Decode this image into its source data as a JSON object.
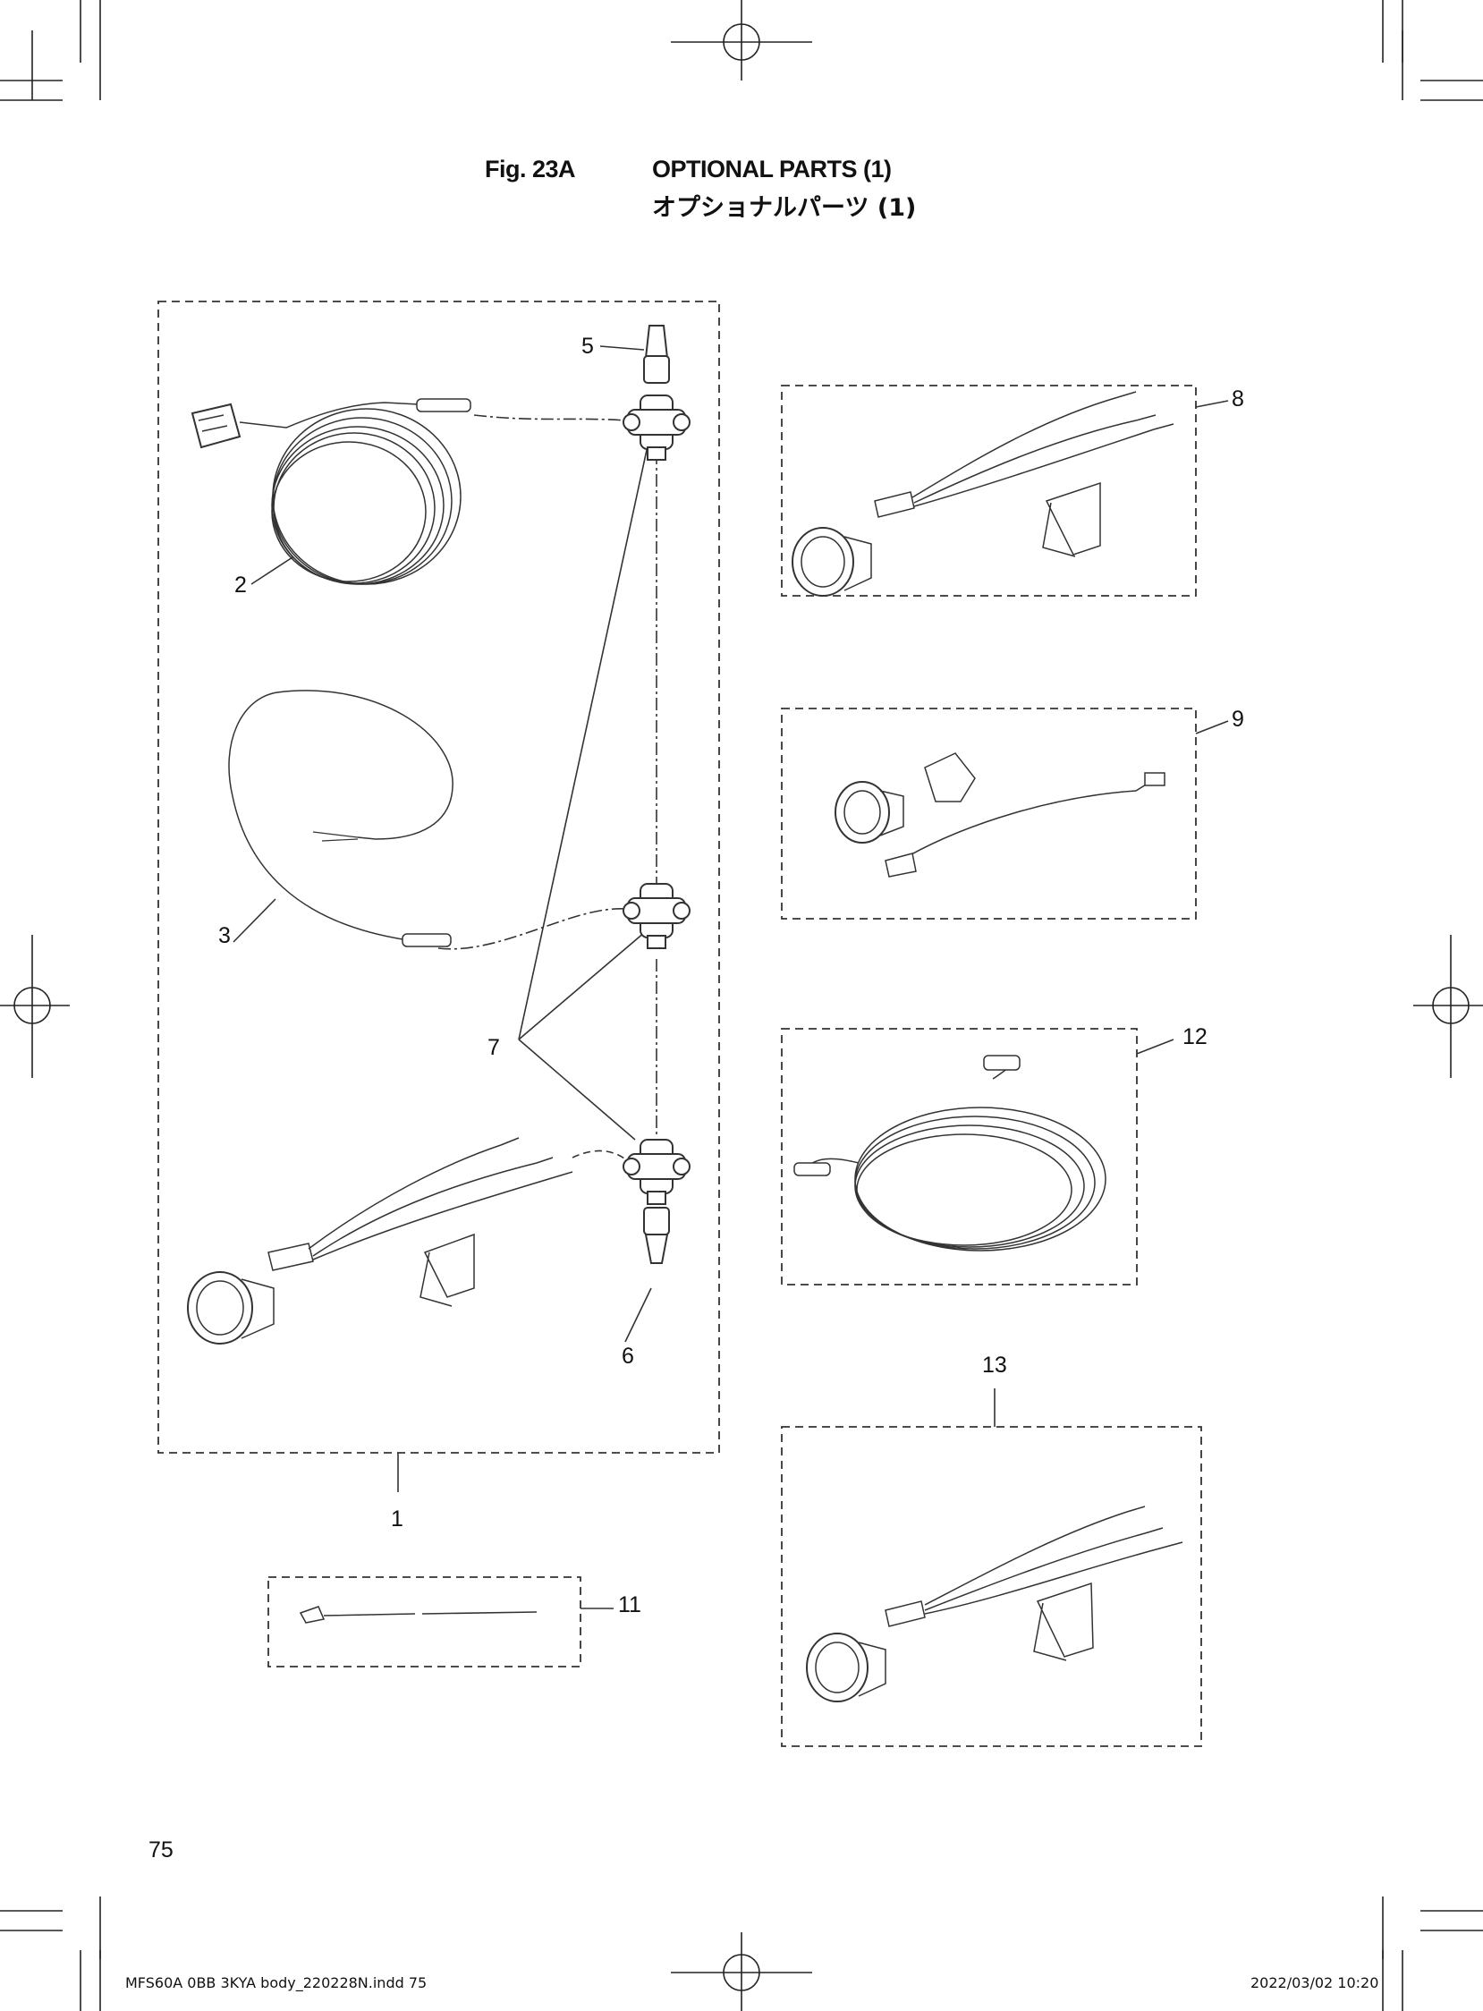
{
  "header": {
    "figure_number": "Fig. 23A",
    "title_en": "OPTIONAL PARTS (1)",
    "title_jp": "オプショナルパーツ (1)"
  },
  "callouts": {
    "c1": "1",
    "c2": "2",
    "c3": "3",
    "c5": "5",
    "c6": "6",
    "c7": "7",
    "c8": "8",
    "c9": "9",
    "c11": "11",
    "c12": "12",
    "c13": "13"
  },
  "footer": {
    "page_number": "75",
    "file_name": "MFS60A 0BB 3KYA body_220228N.indd   75",
    "timestamp": "2022/03/02   10:20"
  }
}
